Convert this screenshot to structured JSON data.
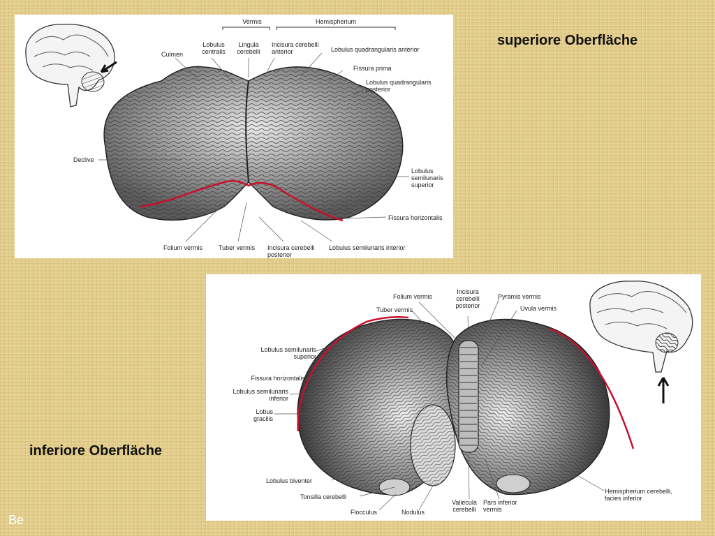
{
  "slide": {
    "title_superior": "superiore Oberfläche",
    "title_inferior": "inferiore Oberfläche",
    "corner_mark": "Be"
  },
  "colors": {
    "background": "#e2cd8c",
    "fissure": "#c8102e"
  },
  "superior": {
    "group_vermis": "Vermis",
    "group_hemisphere": "Hemispherium",
    "labels": {
      "culmen": "Culmen",
      "lobulus_centralis": "Lobulus\ncentralis",
      "lingula": "Lingula\ncerebelli",
      "incisura_anterior": "Incisura cerebelli\nanterior",
      "lobulus_quad_anterior": "Lobulus quadrangularis anterior",
      "fissura_prima": "Fissura prima",
      "lobulus_quad_posterior": "Lobulus quadrangularis\nposterior",
      "declive": "Declive",
      "lobulus_semilunaris_superior": "Lobulus\nsemilunaris\nsuperior",
      "fissura_horizontalis": "Fissura horizontalis",
      "folium_vermis": "Folium vermis",
      "tuber_vermis": "Tuber vermis",
      "incisura_posterior": "Incisura cerebelli\nposterior",
      "lobulus_semilunaris_inferior": "Lobulus semilunaris interior"
    }
  },
  "inferior": {
    "labels": {
      "folium_vermis": "Folium vermis",
      "incisura_posterior": "Incisura\ncerebelli\nposterior",
      "pyramis_vermis": "Pyramis vermis",
      "tuber_vermis": "Tuber vermis",
      "uvula_vermis": "Uvula vermis",
      "lobulus_semilunaris_superior": "Lobulus semilunaris\nsuperior",
      "fissura_horizontalis": "Fissura horizontalis",
      "lobulus_semilunaris_inferior": "Lobulus semilunaris\ninferior",
      "lobus_gracilis": "Lobus\ngracilis",
      "lobulus_biventer": "Lobulus biventer",
      "tonsilla": "Tonsilla cerebelli",
      "flocculus": "Flocculus",
      "nodulus": "Nodulus",
      "vallecula": "Vallecula\ncerebelli",
      "pars_inferior_vermis": "Pars inferior\nvermis",
      "hemispherium_facies_inferior": "Hemispherium cerebelli,\nfacies inferior"
    }
  }
}
